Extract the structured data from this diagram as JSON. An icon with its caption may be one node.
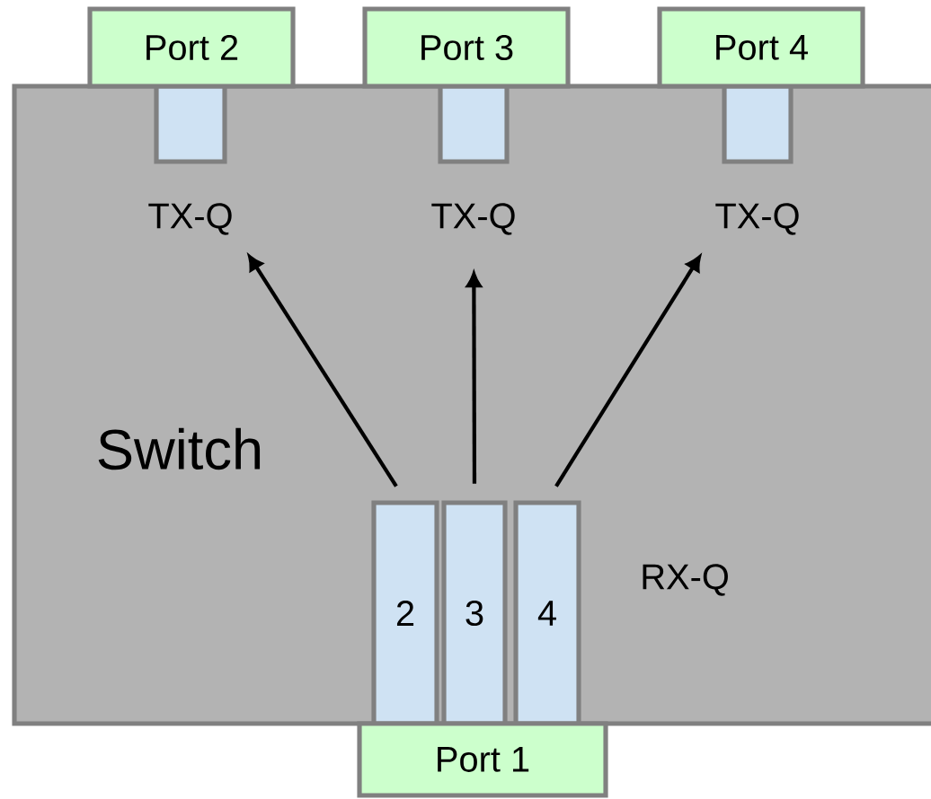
{
  "diagram": {
    "nodes": [
      {
        "text": [
          "Switch"
        ]
      },
      {
        "text": [
          "Port 2"
        ]
      },
      {
        "text": [
          "Port 3"
        ]
      },
      {
        "text": [
          "Port 4"
        ]
      },
      {
        "text": [],
        "shape": "box",
        "in": 0,
        "beside": [
          "TX-Q"
        ]
      },
      {
        "text": [],
        "shape": "box",
        "in": 0,
        "beside": [
          "TX-Q"
        ]
      },
      {
        "text": [],
        "shape": "box",
        "in": 0,
        "beside": [
          "TX-Q"
        ]
      },
      {
        "text": [
          "Port 1"
        ]
      },
      {
        "text": [
          "2"
        ],
        "in": 0
      },
      {
        "text": [
          "3"
        ],
        "in": 0
      },
      {
        "text": [
          "4"
        ],
        "in": 0
      }
    ],
    "edges": [
      {
        "from": 8,
        "to": 4,
        "arrow": "to"
      },
      {
        "from": 9,
        "to": 5,
        "arrow": "to"
      },
      {
        "from": 10,
        "to": 6,
        "arrow": "to"
      }
    ],
    "labels": [
      "RX-Q"
    ]
  }
}
